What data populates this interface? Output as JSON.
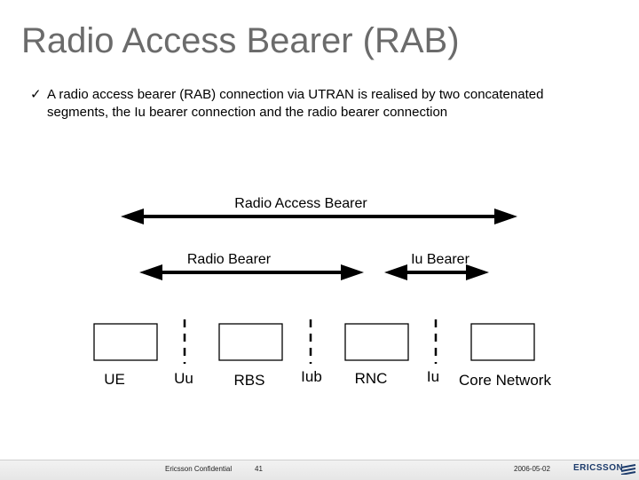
{
  "slide": {
    "title": "Radio Access Bearer (RAB)",
    "bullet_check": "✓",
    "bullet_text": "A radio access bearer (RAB) connection via UTRAN is realised by two concatenated segments, the Iu bearer connection and the radio bearer connection"
  },
  "diagram": {
    "arrows": {
      "rab": "Radio Access Bearer",
      "radio_bearer": "Radio Bearer",
      "iu_bearer": "Iu Bearer"
    },
    "nodes": {
      "ue": "UE",
      "rbs": "RBS",
      "rnc": "RNC",
      "core": "Core Network"
    },
    "interfaces": {
      "uu": "Uu",
      "iub": "Iub",
      "iu": "Iu"
    }
  },
  "footer": {
    "confidential": "Ericsson Confidential",
    "page": "41",
    "date": "2006-05-02",
    "logo": "ERICSSON",
    "logo_color": "#1b3a6b"
  }
}
